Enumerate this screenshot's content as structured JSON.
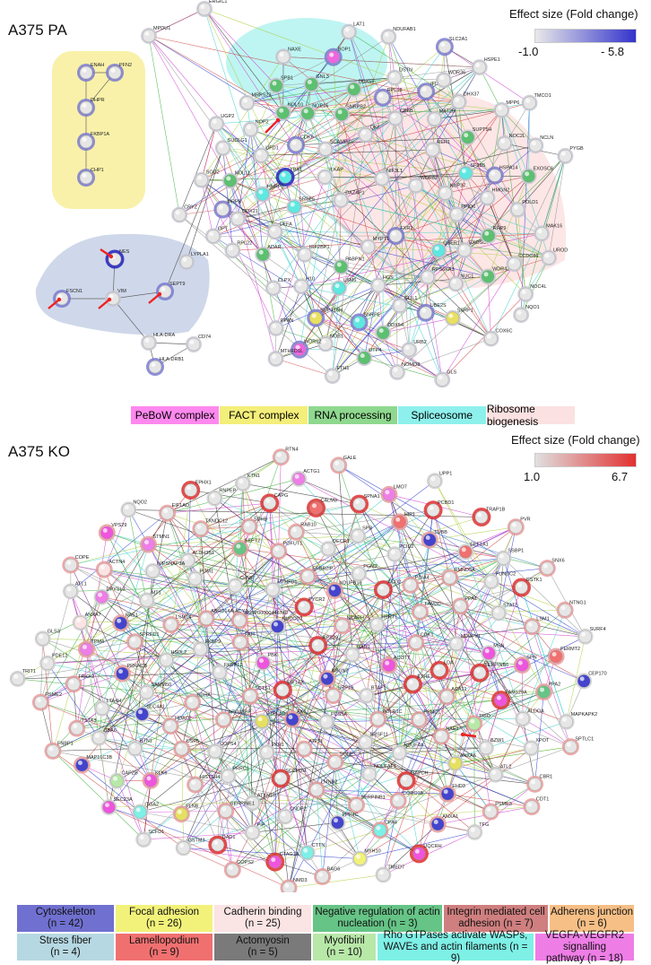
{
  "panel_a": {
    "title": "A375 PA",
    "effect_title": "Effect size (Fold change)",
    "scale_min": "-1.0",
    "scale_max": "- 5.8",
    "scale_color": "#3333cc",
    "nodes": [
      "ERGIC1",
      "MPDU1",
      "NIF3L1",
      "FXR2",
      "DAZAP1",
      "WDR82",
      "MYPT1",
      "ENAH",
      "PFN2",
      "DHPR",
      "FKBP1A",
      "CHP1",
      "ILKAP",
      "NUP37",
      "PABPN1",
      "QKI",
      "QSER1",
      "SRSF5",
      "RER1",
      "HGS",
      "SCAMP3",
      "PPID6",
      "IGF2BP1",
      "CBFB",
      "RPS6KA3",
      "YBX1",
      "SF3B5",
      "LSM6",
      "SNRPB2",
      "EXOSC7",
      "DFFA",
      "MAT2B",
      "CLIL1",
      "CDK6",
      "HMGN2",
      "H10",
      "RPL18",
      "NUC1",
      "HNRPC",
      "SUPT5H",
      "SNRPE",
      "NOP16",
      "RRP9",
      "ADAR",
      "IFI16",
      "UBE2S",
      "UFD1",
      "HSPA14",
      "SUPT16H",
      "DDX56",
      "WDR43",
      "DDX21",
      "DHX37",
      "DDX54",
      "NOL10",
      "POLD1",
      "CLPX",
      "DSTN",
      "SSRP1",
      "NOL11",
      "NOC2L",
      "NOB1",
      "GNL3",
      "CCDC86",
      "RPL22",
      "WDR36",
      "URB2",
      "NOP2",
      "EXOSC6",
      "PPAN",
      "NES",
      "LYPLA1",
      "MRPB",
      "MPP6",
      "UTP4",
      "SPB1",
      "MAK16",
      "FSCN1",
      "VIM",
      "SEPT9",
      "SUCLG1",
      "NCLN",
      "WDR12",
      "BOP1",
      "NOC4L",
      "OPT",
      "HSPE1",
      "NOMO3",
      "MRPS23",
      "HLA-DRA",
      "CD74",
      "NDUFAB1",
      "COX6C",
      "SOD2",
      "TMCO1",
      "FTH1",
      "NAXE",
      "UROD",
      "HLA-DRB1",
      "SLC2A1",
      "GLS",
      "UGP2",
      "PYGB",
      "MTHFD1L",
      "LAT1",
      "NQO1",
      "CRYZ"
    ]
  },
  "middle_legend": [
    {
      "label": "PeBoW complex",
      "color": "#ff88ee"
    },
    {
      "label": "FACT complex",
      "color": "#f4ee7a"
    },
    {
      "label": "RNA processing",
      "color": "#8fd88f"
    },
    {
      "label": "Spliceosome",
      "color": "#8ef0ec"
    },
    {
      "label": "Ribosome biogenesis",
      "color": "#fbe1e1"
    }
  ],
  "panel_b": {
    "title": "A375 KO",
    "effect_title": "Effect size (Fold change)",
    "scale_min": "1.0",
    "scale_max": "6.7",
    "scale_color": "#e23030",
    "nodes": [
      "NSUN2",
      "EIF1AX",
      "RPS29",
      "SRP19",
      "PBK",
      "GAR1",
      "AK6",
      "NUDCD2",
      "BTAF1",
      "SCTS1",
      "NCAPH",
      "PDS5A",
      "FAH",
      "ACOT7",
      "PTPLAD1",
      "PYCR2",
      "POLR1C",
      "FKBP12",
      "HPRT1",
      "ATP5I",
      "ENSP00000446740",
      "ETHE1",
      "APOA1BP",
      "NDUFB10",
      "SRSF11",
      "FKBP9",
      "CDK1",
      "FXR1",
      "MTHFD1",
      "PSMC1",
      "SDHA",
      "ACO2",
      "SQLE",
      "ABHD14A-ACY1",
      "LDA",
      "COPS4",
      "ERBB2IP",
      "NDUFA4",
      "HSDL2",
      "FAM3C",
      "SCCPDH",
      "CHMP",
      "ACAT1",
      "HDAC2",
      "PGM2",
      "NDUFAF1",
      "LSM14",
      "NDUFV1",
      "PRRC1",
      "POFUT1",
      "NAE1",
      "SAMM50",
      "PDIA4",
      "LMNB2",
      "PUM1",
      "SERPINB6",
      "USP5",
      "DECR1",
      "GAPDH",
      "SPRED1",
      "PPA1",
      "ATXN10",
      "SEPT2",
      "TRIO",
      "SLC4A1",
      "PCID2",
      "SERPINB1",
      "MT1",
      "MSN",
      "HIST1H4",
      "RAB10",
      "ANXA6",
      "PRKACB",
      "RMND5A",
      "CNDP2",
      "ALDH3B1",
      "FAM129A",
      "RTN1",
      "SPR",
      "CORO1B",
      "RAE1",
      "STAT1",
      "SERPINE1",
      "SDHB",
      "BZW1",
      "LTA4H",
      "TUBB",
      "PPP4C",
      "NIPSNAP3A",
      "SPN",
      "KLK6",
      "CALM3",
      "EHD3",
      "TPM4",
      "FUNDC2",
      "PIP",
      "TXNDC12",
      "ALDOA",
      "UBA6",
      "HIP1",
      "CPA4",
      "DPYSL3",
      "LSM1",
      "FLNB",
      "CAPG",
      "ATL2",
      "TRIO-2",
      "EEF1A1",
      "CTTN",
      "STMN1",
      "PPA2",
      "CAPZB",
      "SPNA1",
      "ANXA1",
      "ANXA7",
      "GSTK1",
      "DAD1",
      "RNPEP",
      "XPOT",
      "TSTA3",
      "PCBD1",
      "MYH10",
      "ACTN4",
      "FERMT2",
      "ITGA2",
      "ACTG1",
      "PSME3",
      "PDE12",
      "SSBP1",
      "CTAG1A",
      "EIF1AD",
      "MAPKAPK2",
      "MAP1LC3B",
      "LMO7",
      "UQCRH",
      "ATL1",
      "NTNG1",
      "GSTM3",
      "KTN1",
      "CBR1",
      "PSME2",
      "TRAP1B",
      "BAG6",
      "VPS29",
      "CEP170",
      "SEC23A",
      "GALE",
      "TFG",
      "GLS3",
      "SNX6",
      "COPS2",
      "EPHX1",
      "SPTLC1",
      "FNBP1",
      "UPP1",
      "TMED7",
      "COPE",
      "SURF4",
      "SCFD1",
      "RTN4",
      "CDT1",
      "TRIT1",
      "PVR",
      "NMD3",
      "NQO2"
    ]
  },
  "bottom_legend": [
    [
      {
        "label": "Cytoskeleton",
        "count": "(n = 42)",
        "color": "#7070d0"
      },
      {
        "label": "Focal adhesion",
        "count": "(n = 26)",
        "color": "#f2f27a"
      },
      {
        "label": "Cadherin binding",
        "count": "(n = 25)",
        "color": "#fbe4e4"
      },
      {
        "label": "Negative regulation of actin",
        "count": "nucleation (n = 3)",
        "color": "#66c486"
      },
      {
        "label": "Integrin mediated cell",
        "count": "adhesion (n = 7)",
        "color": "#cf7f7f"
      },
      {
        "label": "Adherens junction",
        "count": "(n = 6)",
        "color": "#f6bf86"
      }
    ],
    [
      {
        "label": "Stress fiber",
        "count": "(n = 4)",
        "color": "#b6d8e2"
      },
      {
        "label": "Lamellopodium",
        "count": "(n = 9)",
        "color": "#f07070"
      },
      {
        "label": "Actomyosin",
        "count": "(n = 5)",
        "color": "#7a7a7a"
      },
      {
        "label": "Myofibiril",
        "count": "(n = 10)",
        "color": "#b8e8a8"
      },
      {
        "label": "Rho GTPases activate WASPs,",
        "count": "WAVEs and actin filaments (n = 9)",
        "color": "#7ef0e6"
      },
      {
        "label": "VEGFA-VEGFR2 signalling",
        "count": "pathway (n = 18)",
        "color": "#ee7ee6"
      }
    ]
  ]
}
